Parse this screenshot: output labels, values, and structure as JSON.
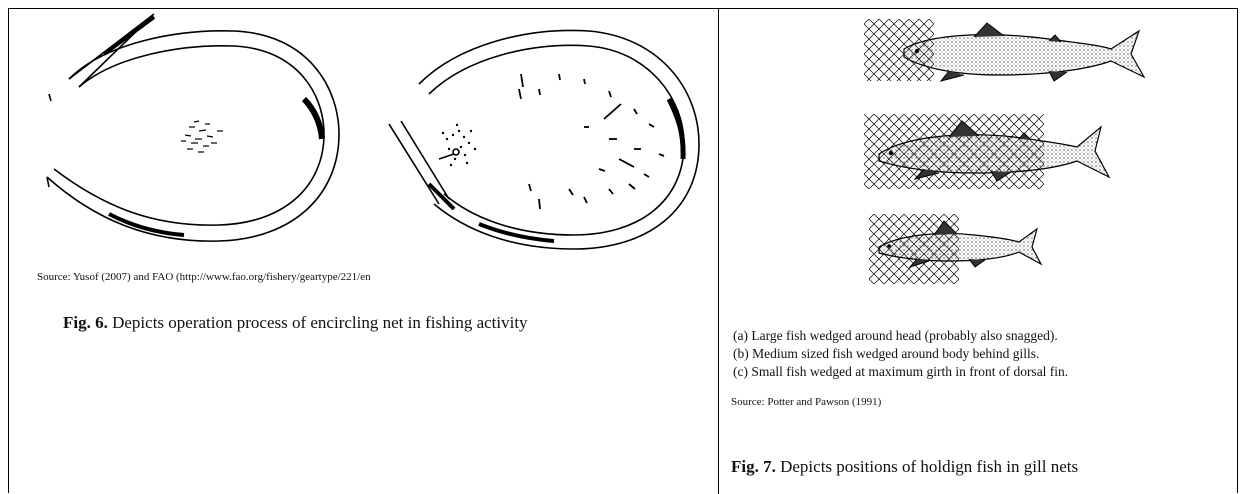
{
  "fig6": {
    "source": "Source: Yusof (2007) and FAO (http://www.fao.org/fishery/geartype/221/en",
    "caption_label": "Fig. 6.",
    "caption_text": " Depicts operation process of encircling net in fishing activity"
  },
  "fig7": {
    "items": [
      "(a)  Large fish wedged around head (probably also snagged).",
      "(b) Medium sized fish wedged around body behind gills.",
      "(c) Small fish wedged at maximum girth in front of dorsal fin."
    ],
    "source": "Source: Potter and Pawson (1991)",
    "caption_label": "Fig. 7.",
    "caption_text": " Depicts positions of holdign fish in gill nets"
  }
}
